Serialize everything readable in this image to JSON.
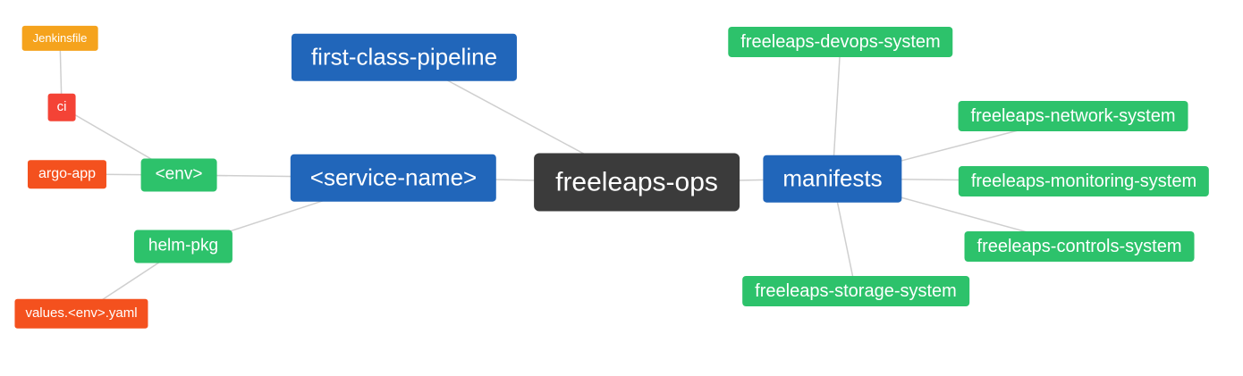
{
  "diagram": {
    "type": "mindmap",
    "colors": {
      "root_bg": "#3b3b3b",
      "primary_bg": "#2166ba",
      "green_bg": "#2dc26b",
      "amber_bg": "#f5a31d",
      "red_bg": "#f44336",
      "orange_bg": "#f4511e",
      "edge": "#cfcfcf",
      "text": "#ffffff"
    },
    "nodes": {
      "root": {
        "label": "freeleaps-ops"
      },
      "first_class_pipeline": {
        "label": "first-class-pipeline"
      },
      "service_name": {
        "label": "<service-name>"
      },
      "env": {
        "label": "<env>"
      },
      "ci": {
        "label": "ci"
      },
      "jenkinsfile": {
        "label": "Jenkinsfile"
      },
      "argo_app": {
        "label": "argo-app"
      },
      "helm_pkg": {
        "label": "helm-pkg"
      },
      "values_env_yaml": {
        "label": "values.<env>.yaml"
      },
      "manifests": {
        "label": "manifests"
      },
      "devops_system": {
        "label": "freeleaps-devops-system"
      },
      "network_system": {
        "label": "freeleaps-network-system"
      },
      "monitoring_system": {
        "label": "freeleaps-monitoring-system"
      },
      "controls_system": {
        "label": "freeleaps-controls-system"
      },
      "storage_system": {
        "label": "freeleaps-storage-system"
      }
    },
    "edges": [
      {
        "from": "jenkinsfile",
        "to": "ci"
      },
      {
        "from": "ci",
        "to": "env"
      },
      {
        "from": "argo_app",
        "to": "env"
      },
      {
        "from": "env",
        "to": "service_name"
      },
      {
        "from": "helm_pkg",
        "to": "service_name"
      },
      {
        "from": "values_env_yaml",
        "to": "helm_pkg"
      },
      {
        "from": "service_name",
        "to": "root"
      },
      {
        "from": "first_class_pipeline",
        "to": "root"
      },
      {
        "from": "root",
        "to": "manifests"
      },
      {
        "from": "manifests",
        "to": "devops_system"
      },
      {
        "from": "manifests",
        "to": "network_system"
      },
      {
        "from": "manifests",
        "to": "monitoring_system"
      },
      {
        "from": "manifests",
        "to": "controls_system"
      },
      {
        "from": "manifests",
        "to": "storage_system"
      }
    ]
  }
}
